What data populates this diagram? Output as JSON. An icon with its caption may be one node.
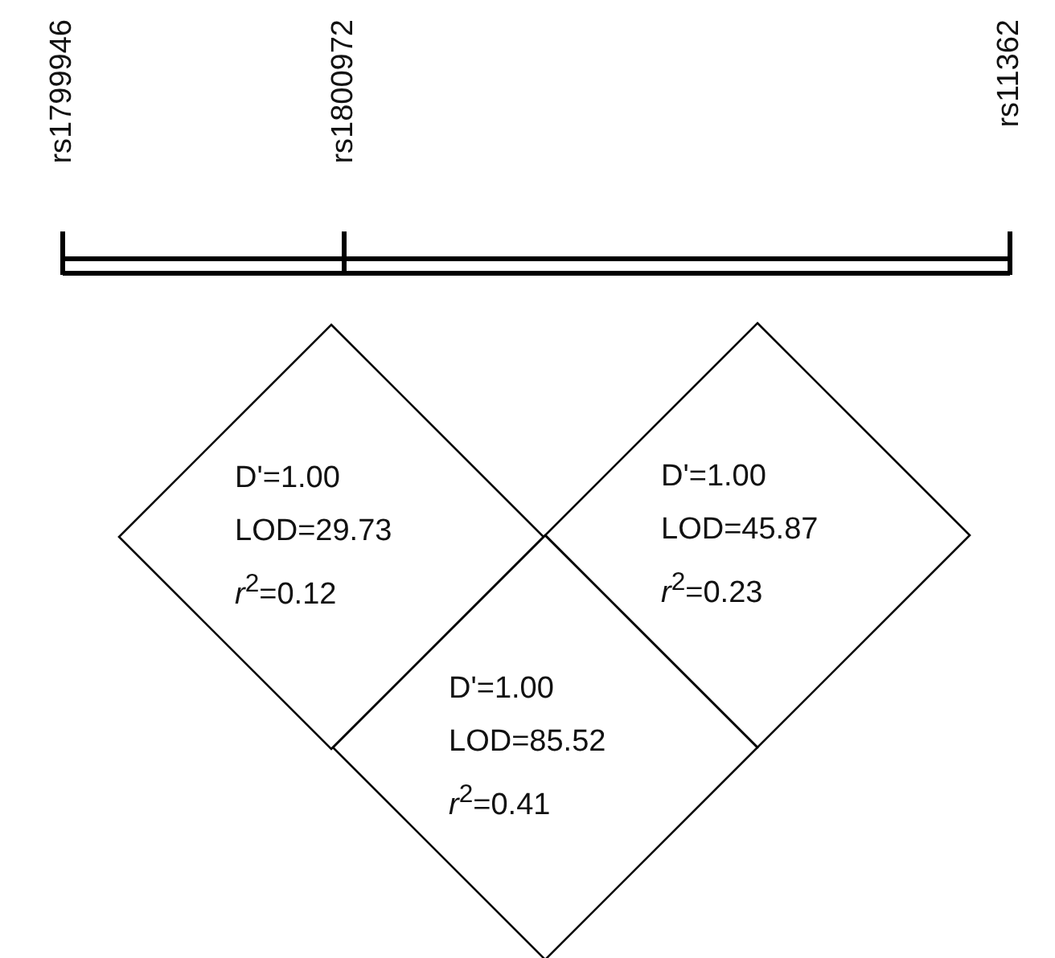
{
  "diagram": {
    "nodes": [
      {
        "text": [
          "D'=1.00",
          "LOD=29.73",
          "*r*$^{2}$=0.12"
        ]
      },
      {
        "text": [
          "D'=1.00",
          "LOD=45.87",
          "*r*$^{2}$=0.23"
        ]
      },
      {
        "text": [
          "D'=1.00",
          "LOD=85.52",
          "*r*$^{2}$=0.41"
        ]
      }
    ],
    "labels": [
      "rs1799946",
      "rs1800972",
      "rs11362"
    ]
  }
}
